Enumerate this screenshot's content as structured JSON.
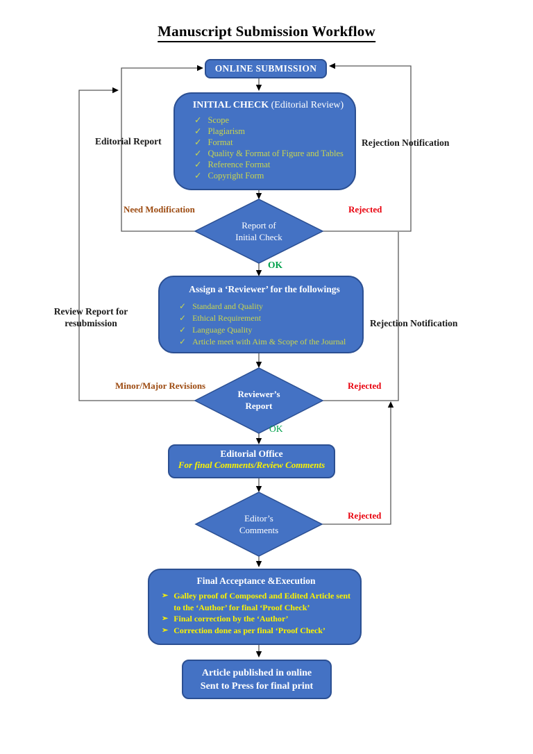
{
  "title": "Manuscript Submission Workflow",
  "colors": {
    "node_fill": "#4472C4",
    "node_border": "#2B4F92",
    "checklist_text": "#C9D64E",
    "highlight_yellow": "#FBF300",
    "rejected_red": "#E8000D",
    "ok_green": "#00A14B",
    "revision_brown": "#9C4A10",
    "connector_gray": "#595959"
  },
  "icons": {
    "check": "✓",
    "arrow_bullet": "➢"
  },
  "nodes": {
    "online_submission": {
      "label": "ONLINE SUBMISSION"
    },
    "initial_check": {
      "title_bold": "INITIAL CHECK",
      "title_rest": " (Editorial Review)",
      "items": [
        "Scope",
        "Plagiarism",
        "Format",
        "Quality & Format of Figure and Tables",
        "Reference Format",
        "Copyright Form"
      ]
    },
    "report_of_initial_check": {
      "line1": "Report of",
      "line2": "Initial Check"
    },
    "assign_reviewer": {
      "title": "Assign a ‘Reviewer’ for the followings",
      "items": [
        "Standard and Quality",
        "Ethical Requirement",
        "Language Quality",
        "Article meet  with Aim & Scope of the Journal"
      ]
    },
    "reviewers_report": {
      "line1": "Reviewer’s",
      "line2": "Report"
    },
    "editorial_office": {
      "title": "Editorial Office",
      "subtitle": "For final Comments/Review Comments"
    },
    "editors_comments": {
      "line1": "Editor’s",
      "line2": "Comments"
    },
    "final_acceptance": {
      "title": "Final Acceptance &Execution",
      "items": [
        "Galley proof of Composed and Edited Article sent to the ‘Author’ for final ‘Proof Check’",
        "Final correction by the ‘Author’",
        "Correction done as per final ‘Proof Check’"
      ]
    },
    "published": {
      "line1": "Article published in online",
      "line2": "Sent to Press for final print"
    }
  },
  "labels": {
    "editorial_report": "Editorial Report",
    "rejection_notification_1": "Rejection Notification",
    "need_modification": "Need Modification",
    "rejected_1": "Rejected",
    "ok_1": "OK",
    "review_report_line1": "Review Report for",
    "review_report_line2": "resubmission",
    "rejection_notification_2": "Rejection Notification",
    "minor_major_revisions": "Minor/Major Revisions",
    "rejected_2": "Rejected",
    "ok_2": "OK",
    "rejected_3": "Rejected"
  }
}
